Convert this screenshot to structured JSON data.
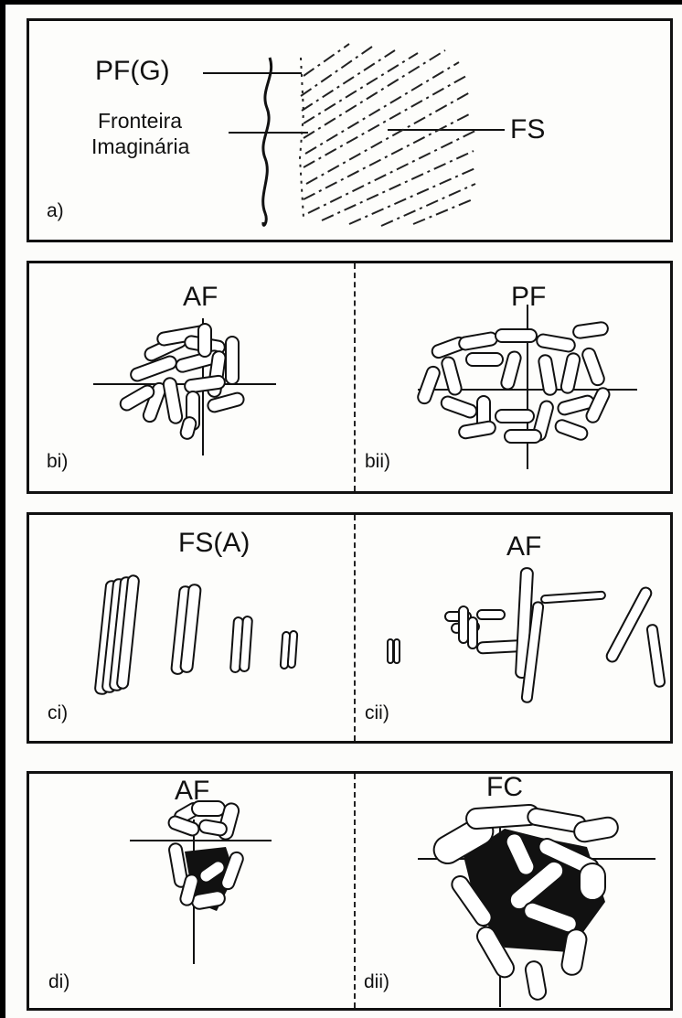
{
  "figure": {
    "panel_a": {
      "label_pf_g": "PF(G)",
      "label_fronteira_line1": "Fronteira",
      "label_fronteira_line2": "Imaginária",
      "label_fs": "FS",
      "corner": "a)"
    },
    "panel_b": {
      "left_title": "AF",
      "right_title": "PF",
      "left_corner": "bi)",
      "right_corner": "bii)"
    },
    "panel_c": {
      "left_title": "FS(A)",
      "right_title": "AF",
      "left_corner": "ci)",
      "right_corner": "cii)"
    },
    "panel_d": {
      "left_title": "AF",
      "right_title": "FC",
      "left_corner": "di)",
      "right_corner": "dii)"
    }
  }
}
